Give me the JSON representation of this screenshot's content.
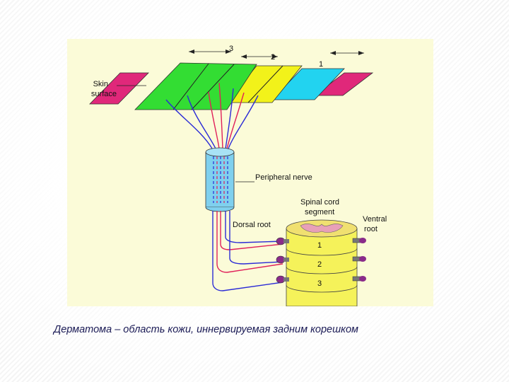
{
  "diagram": {
    "labels": {
      "skin_surface_line1": "Skin",
      "skin_surface_line2": "surface",
      "peripheral_nerve": "Peripheral nerve",
      "dorsal_root": "Dorsal root",
      "spinal_cord_line1": "Spinal cord",
      "spinal_cord_line2": "segment",
      "ventral_root_line1": "Ventral",
      "ventral_root_line2": "root"
    },
    "dermatome_numbers": [
      "3",
      "2",
      "1"
    ],
    "segment_numbers": [
      "1",
      "2",
      "3"
    ],
    "colors": {
      "magenta": "#e0287a",
      "green": "#33dd33",
      "yellow": "#f2f21a",
      "cyan": "#22d3f0",
      "cord": "#f5f25a",
      "nerve": "#7fd0ee",
      "blue_fiber": "#2b2bd6",
      "red_fiber": "#e0205a"
    }
  },
  "caption": "Дерматома – область кожи, иннервируемая задним корешком"
}
